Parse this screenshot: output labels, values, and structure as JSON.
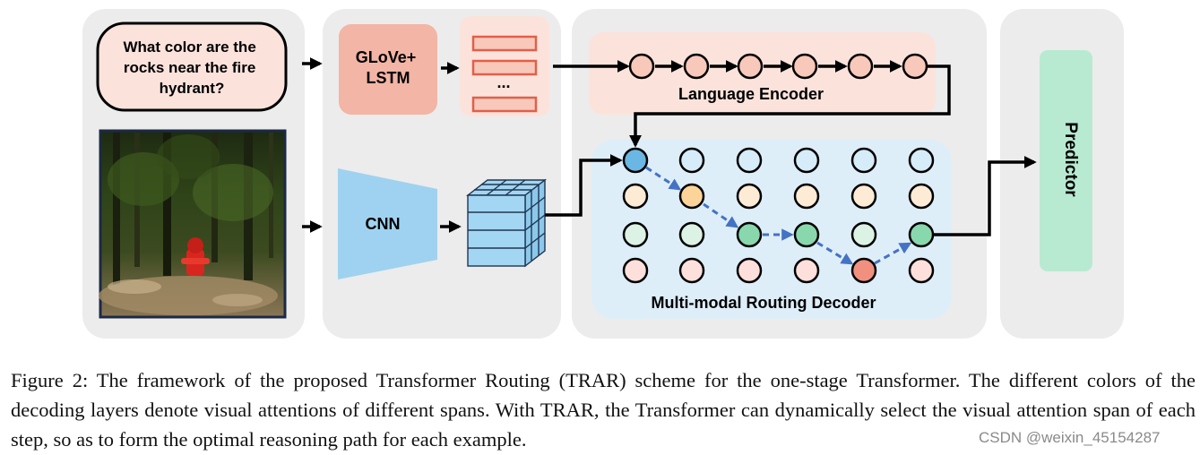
{
  "question": {
    "lines": [
      "What color are the",
      "rocks near the fire",
      "hydrant?"
    ]
  },
  "modules": {
    "glove_lstm": [
      "GLoVe+",
      "LSTM"
    ],
    "token_ellipsis": "...",
    "cnn": "CNN",
    "language_encoder": "Language Encoder",
    "routing_decoder": "Multi-modal Routing Decoder",
    "predictor": "Predictor"
  },
  "colors": {
    "panel": "#ececec",
    "question_fill": "#fbe3dc",
    "lstm_fill": "#f3b5a5",
    "token_panel": "#fbe3dc",
    "token_bar": "#f8c8bb",
    "token_stroke": "#e0604a",
    "lang_encoder_bg": "#fbe3dc",
    "decoder_bg": "#deeef9",
    "cnn_fill": "#9fd2f0",
    "cube_fill": "#a3d6f3",
    "predictor_fill": "#b8ead2",
    "row_colors": [
      "#d6ecf8",
      "#fdebd5",
      "#dcf2e4",
      "#fde0dc"
    ],
    "highlight_colors": [
      "#6bb7e3",
      "#fcd49a",
      "#89d7ad",
      "#f1907f"
    ],
    "path_arrow": "#4472c4"
  },
  "caption": {
    "text": "Figure 2: The framework of the proposed Transformer Routing (TRAR) scheme for the one-stage Transformer. The different colors of the decoding layers denote visual attentions of different spans. With TRAR, the Transformer can dynamically select the visual attention span of each step, so as to form the optimal reasoning path for each example."
  },
  "watermark": "CSDN @weixin_45154287"
}
